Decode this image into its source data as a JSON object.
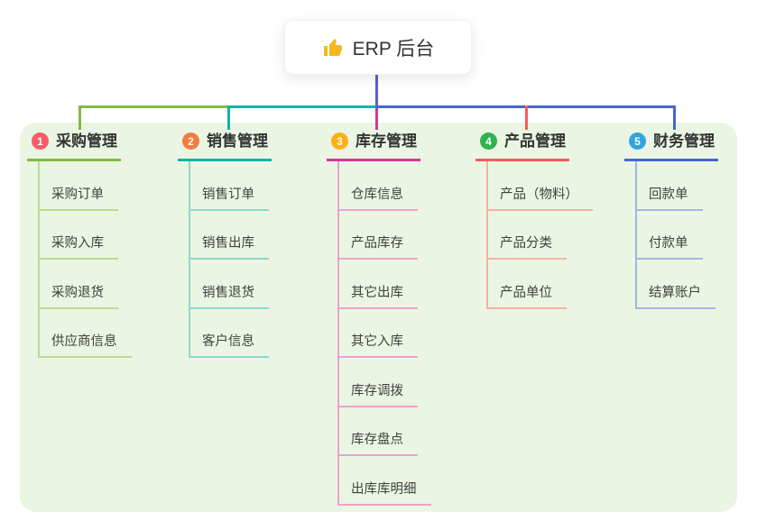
{
  "root": {
    "title": "ERP 后台",
    "icon": "thumbs-up-icon",
    "icon_color": "#f4b81d"
  },
  "colors": {
    "canvas_bg": "#ffffff",
    "panel_bg": "#eaf6e3",
    "stem": "#5463ce",
    "title_text": "#333333",
    "child_text": "#404040"
  },
  "branches": [
    {
      "number": "1",
      "title": "采购管理",
      "badge_color": "#f75c66",
      "line_color": "#82bb3f",
      "line_color_light": "#bcdc92",
      "children": [
        "采购订单",
        "采购入库",
        "采购退货",
        "供应商信息"
      ]
    },
    {
      "number": "2",
      "title": "销售管理",
      "badge_color": "#f57b3d",
      "line_color": "#12b2ac",
      "line_color_light": "#8cd8d0",
      "children": [
        "销售订单",
        "销售出库",
        "销售退货",
        "客户信息"
      ]
    },
    {
      "number": "3",
      "title": "库存管理",
      "badge_color": "#fdaf17",
      "line_color": "#d43597",
      "line_color_light": "#f0a0cd",
      "children": [
        "仓库信息",
        "产品库存",
        "其它出库",
        "其它入库",
        "库存调拨",
        "库存盘点",
        "出库库明细"
      ]
    },
    {
      "number": "4",
      "title": "产品管理",
      "badge_color": "#2fb34f",
      "line_color": "#f85b5b",
      "line_color_light": "#fbafa8",
      "children": [
        "产品（物料）",
        "产品分类",
        "产品单位"
      ]
    },
    {
      "number": "5",
      "title": "财务管理",
      "badge_color": "#33a4dd",
      "line_color": "#4466d0",
      "line_color_light": "#a3b5e6",
      "children": [
        "回款单",
        "付款单",
        "结算账户"
      ]
    }
  ]
}
